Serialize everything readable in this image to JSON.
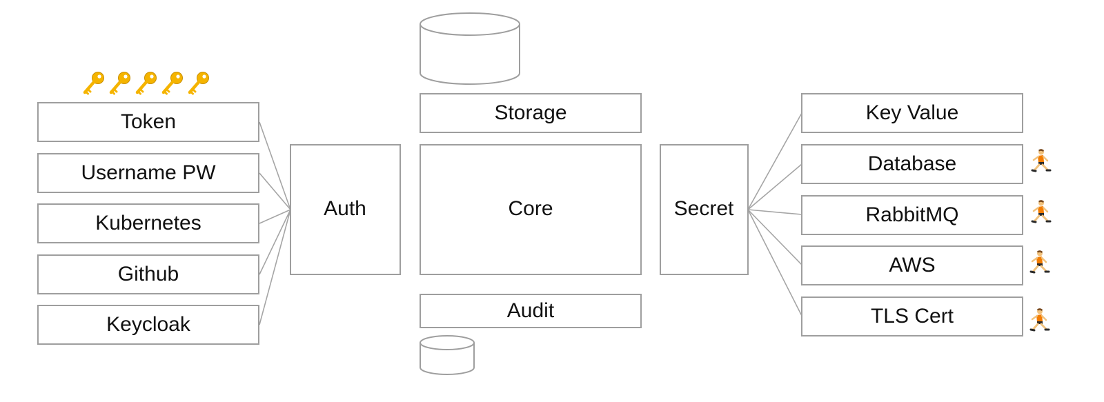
{
  "auth_methods": [
    "Token",
    "Username PW",
    "Kubernetes",
    "Github",
    "Keycloak"
  ],
  "auth": "Auth",
  "storage": "Storage",
  "core": "Core",
  "audit": "Audit",
  "secret": "Secret",
  "secret_engines": [
    "Key Value",
    "Database",
    "RabbitMQ",
    "AWS",
    "TLS Cert"
  ],
  "icons": {
    "keys": [
      "key-icon",
      "key-icon",
      "key-icon",
      "key-icon",
      "key-icon"
    ],
    "runners": [
      "runner-icon",
      "runner-icon",
      "runner-icon",
      "runner-icon"
    ]
  },
  "colors": {
    "key": "#f5b400",
    "runner_shirt": "#f47c00",
    "border": "#9e9e9e"
  }
}
